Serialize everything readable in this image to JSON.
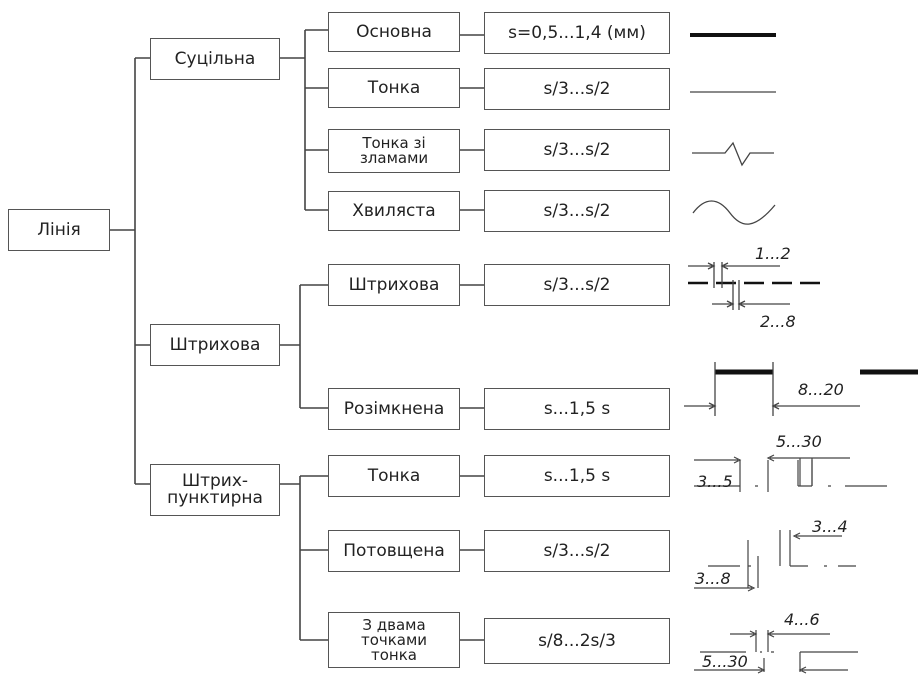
{
  "root": "Лінія",
  "groups": [
    {
      "label": "Суцільна",
      "items": [
        {
          "name": "Основна",
          "thickness": "s=0,5...1,4 (мм)"
        },
        {
          "name": "Тонка",
          "thickness": "s/3...s/2"
        },
        {
          "name": "Тонка зі\nзламами",
          "thickness": "s/3...s/2"
        },
        {
          "name": "Хвиляста",
          "thickness": "s/3...s/2"
        }
      ]
    },
    {
      "label": "Штрихова",
      "items": [
        {
          "name": "Штрихова",
          "thickness": "s/3...s/2"
        },
        {
          "name": "Розімкнена",
          "thickness": "s...1,5 s"
        }
      ]
    },
    {
      "label": "Штрих-\nпунктирна",
      "items": [
        {
          "name": "Тонка",
          "thickness": "s...1,5 s"
        },
        {
          "name": "Потовщена",
          "thickness": "s/3...s/2"
        },
        {
          "name": "З двама\nточками\nтонка",
          "thickness": "s/8...2s/3"
        }
      ]
    }
  ],
  "dimensions": {
    "dashed_gap": "1...2",
    "dashed_dash": "2...8",
    "open_len": "8...20",
    "thin_dash": "5...30",
    "thin_gap": "3...5",
    "thick_dash": "3...4",
    "thick_gap": "3...8",
    "double_gap": "4...6",
    "double_dash": "5...30"
  },
  "colors": {
    "line": "#555555",
    "text": "#222222"
  }
}
